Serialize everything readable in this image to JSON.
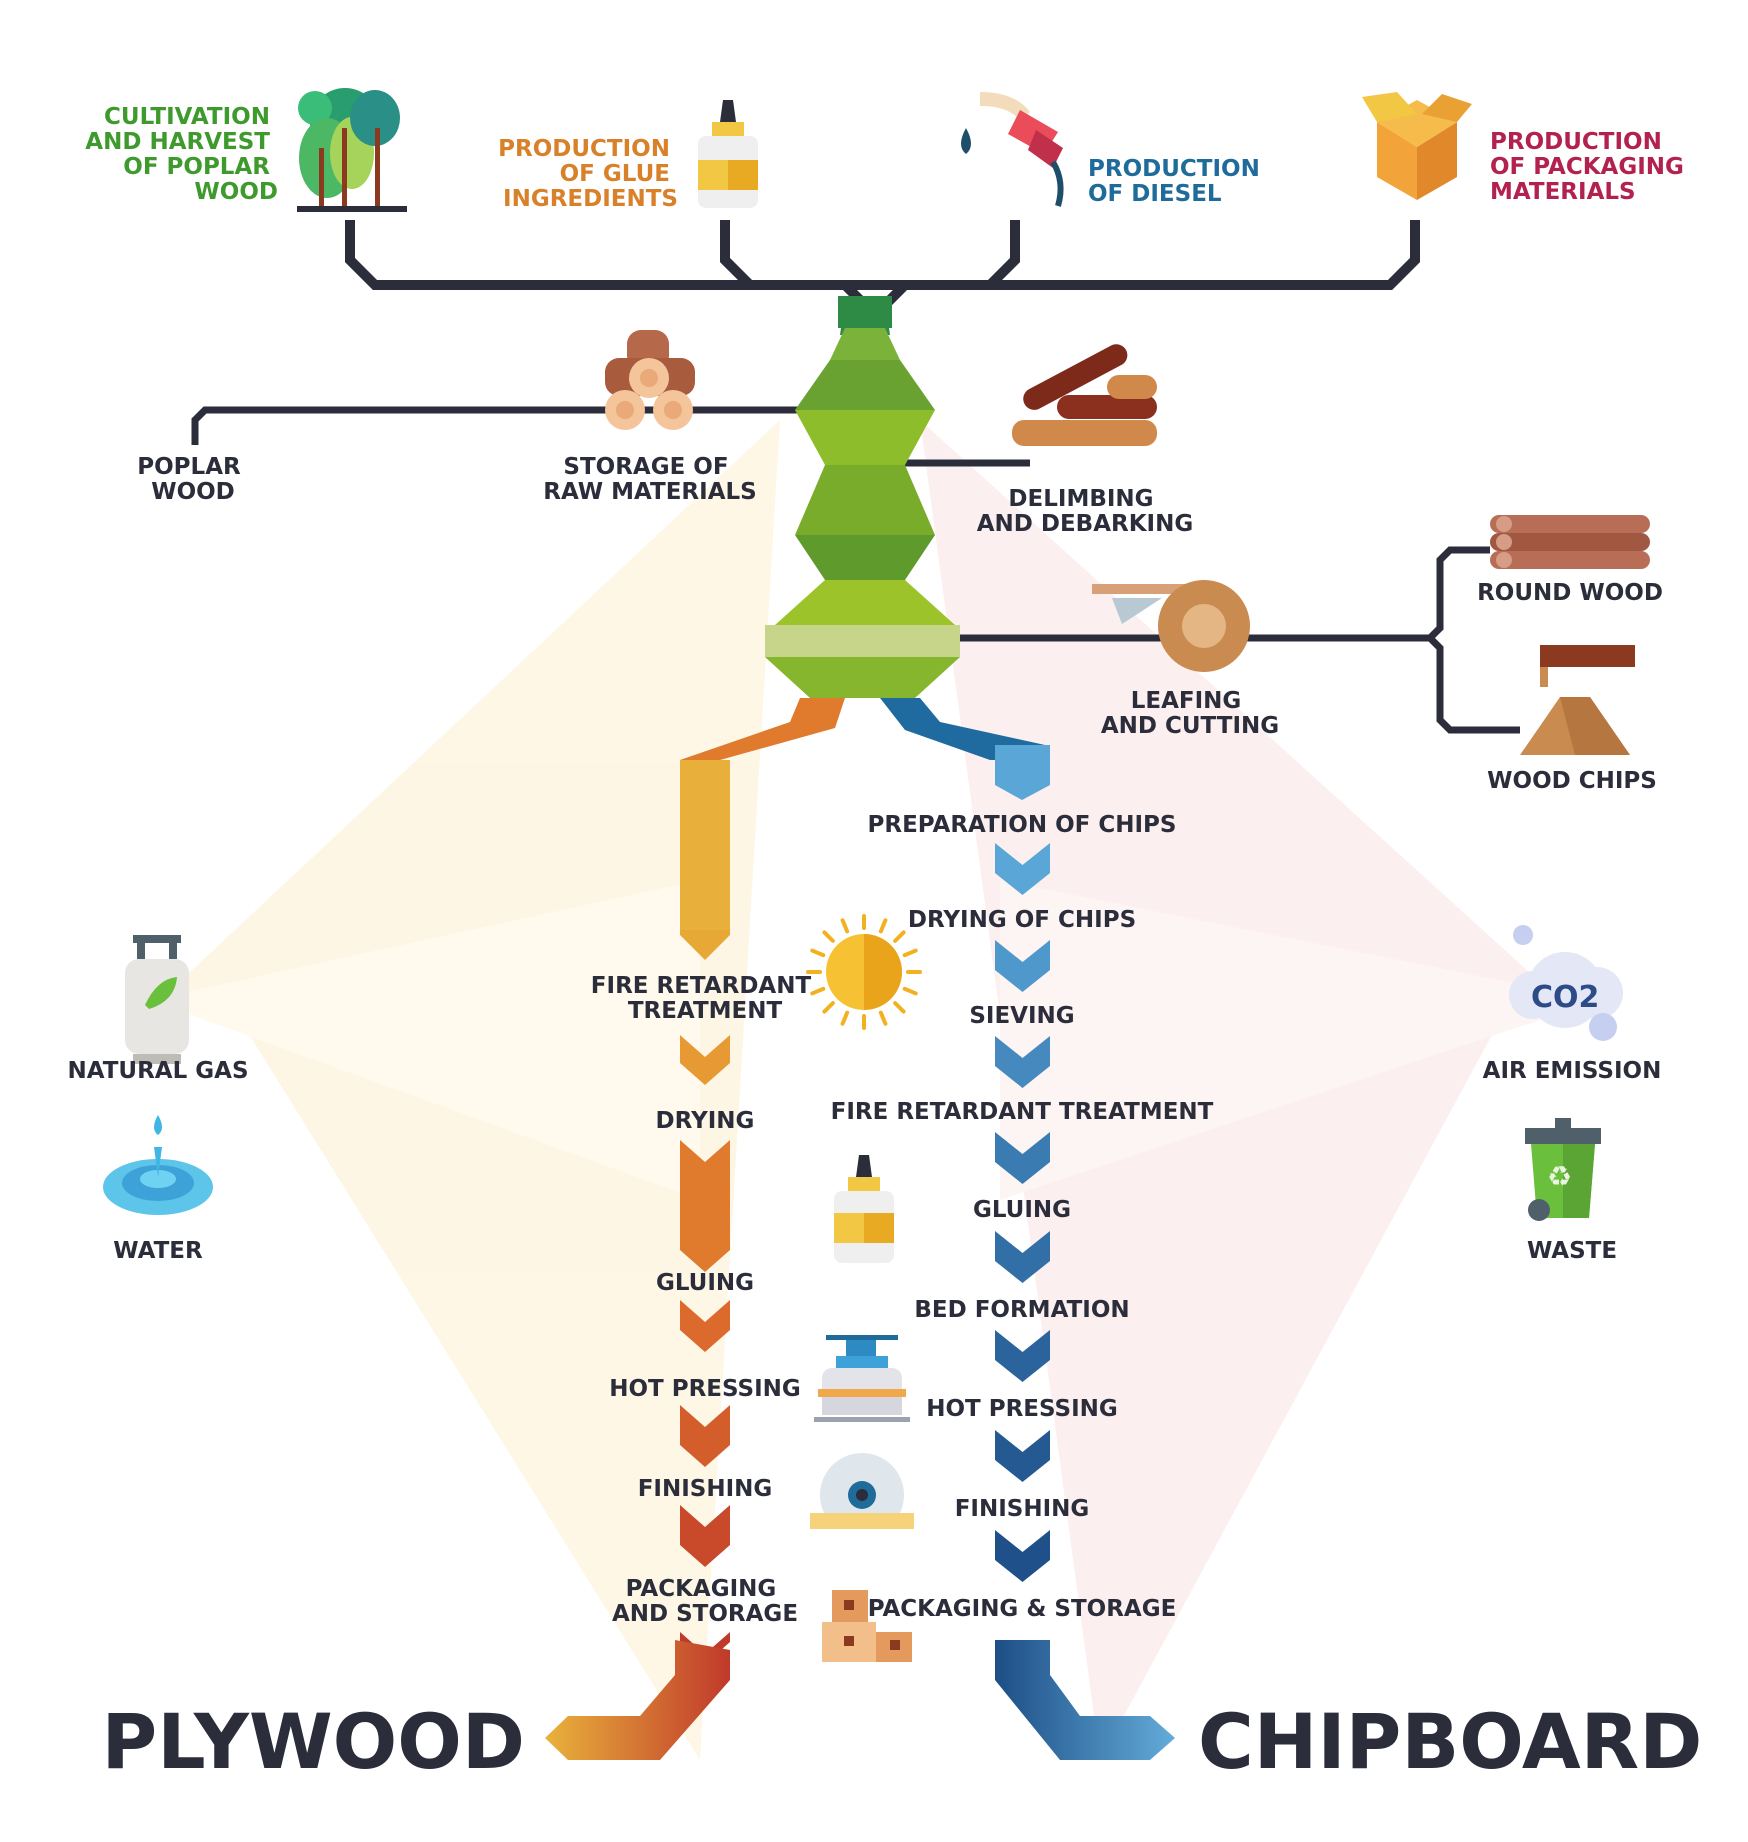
{
  "colors": {
    "dark": "#2b2d3b",
    "green_title": "#3f9a2e",
    "orange_title": "#d9812a",
    "blue_title": "#1f6b9a",
    "crimson_title": "#b3214f",
    "green_tower": "#8fb826",
    "orange_path": "#e8a33a",
    "red_path": "#c0392b",
    "blue_path": "#5aa6d6",
    "navy_path": "#1d4e86"
  },
  "inputs": {
    "poplar": [
      "CULTIVATION",
      "AND HARVEST",
      "OF POPLAR",
      "WOOD"
    ],
    "glue": [
      "PRODUCTION",
      "OF GLUE",
      "INGREDIENTS"
    ],
    "diesel": [
      "PRODUCTION",
      "OF DIESEL"
    ],
    "packaging": [
      "PRODUCTION",
      "OF PACKAGING",
      "MATERIALS"
    ]
  },
  "trunk": {
    "poplar_wood": [
      "POPLAR",
      "WOOD"
    ],
    "storage": [
      "STORAGE OF",
      "RAW MATERIALS"
    ],
    "delimbing": [
      "DELIMBING",
      "AND DEBARKING"
    ],
    "leafing": [
      "LEAFING",
      "AND CUTTING"
    ],
    "round_wood": "ROUND WOOD",
    "wood_chips": "WOOD CHIPS"
  },
  "plywood_steps": [
    [
      "FIRE RETARDANT",
      "TREATMENT"
    ],
    [
      "DRYING"
    ],
    [
      "GLUING"
    ],
    [
      "HOT PRESSING"
    ],
    [
      "FINISHING"
    ],
    [
      "PACKAGING",
      "AND STORAGE"
    ]
  ],
  "chipboard_steps": [
    "PREPARATION OF CHIPS",
    "DRYING OF CHIPS",
    "SIEVING",
    "FIRE RETARDANT TREATMENT",
    "GLUING",
    "BED FORMATION",
    "HOT PRESSING",
    "FINISHING",
    "PACKAGING & STORAGE"
  ],
  "side": {
    "natural_gas": "NATURAL GAS",
    "water": "WATER",
    "co2": "CO2",
    "air_emission": "AIR EMISSION",
    "waste": "WASTE"
  },
  "products": {
    "plywood": "PLYWOOD",
    "chipboard": "CHIPBOARD"
  },
  "icons": [
    "trees-icon",
    "glue-bottle-icon",
    "fuel-nozzle-icon",
    "box-icon",
    "log-pile-icon",
    "logs-icon",
    "round-wood-icon",
    "saw-blade-cutter-icon",
    "wood-chips-icon",
    "sun-icon",
    "gas-cylinder-icon",
    "water-drop-icon",
    "co2-cloud-icon",
    "recycle-bin-icon",
    "press-icon",
    "circular-saw-icon",
    "boxes-icon"
  ]
}
